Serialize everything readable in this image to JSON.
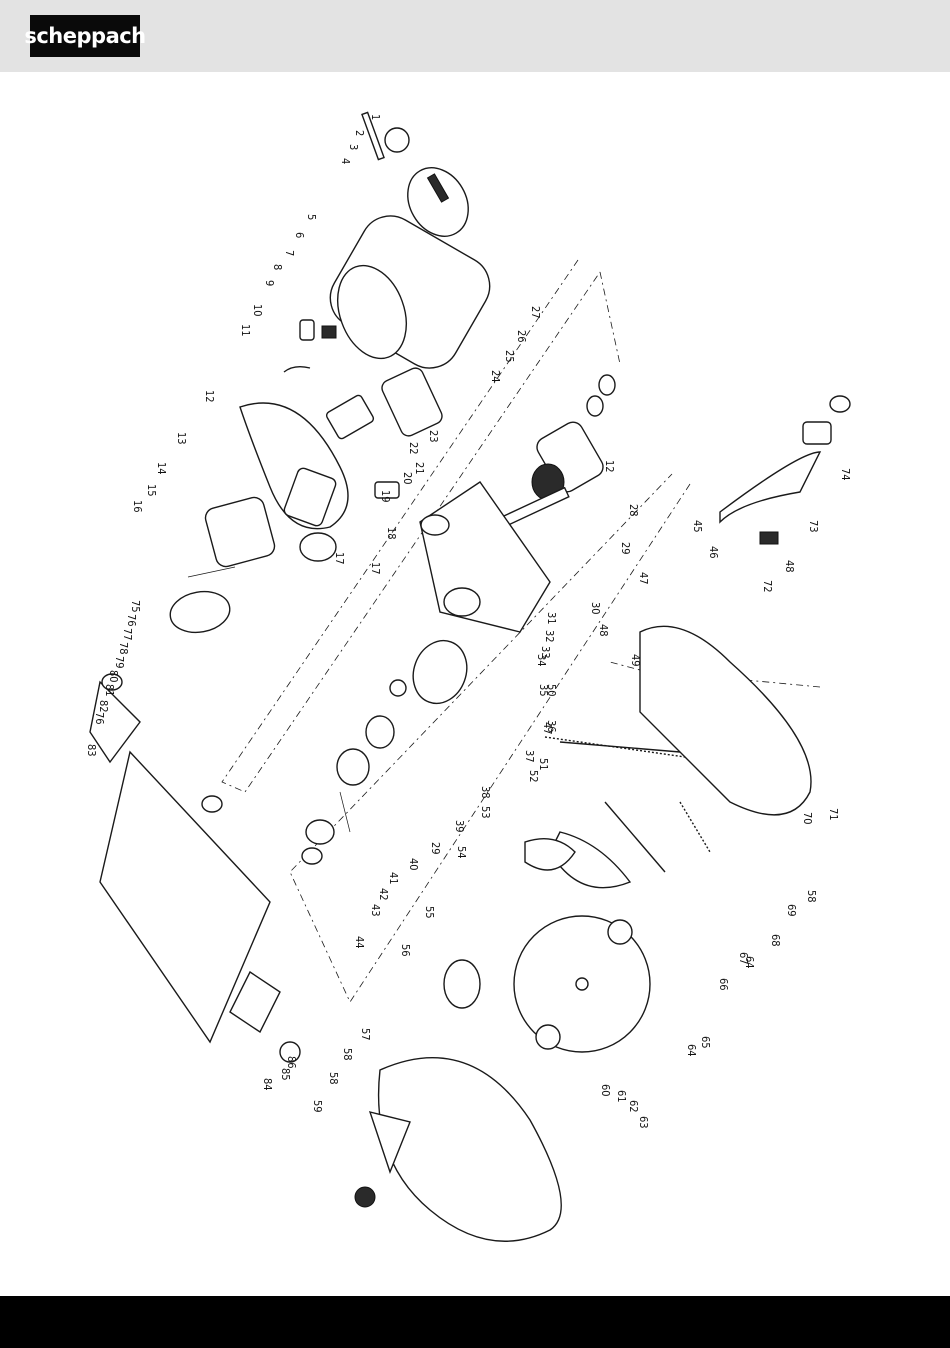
{
  "header": {
    "brand": "scheppach",
    "background_color": "#e3e3e3",
    "logo_background": "#0a0a0a",
    "logo_text_color": "#ffffff"
  },
  "footer": {
    "background_color": "#000000"
  },
  "diagram": {
    "part_numbers": [
      "1",
      "2",
      "3",
      "4",
      "5",
      "6",
      "7",
      "8",
      "9",
      "10",
      "11",
      "12",
      "13",
      "14",
      "15",
      "16",
      "17",
      "17",
      "18",
      "19",
      "20",
      "21",
      "22",
      "23",
      "24",
      "25",
      "26",
      "27",
      "12",
      "28",
      "29",
      "30",
      "31",
      "32",
      "33",
      "34",
      "35",
      "36",
      "37",
      "38",
      "39",
      "29",
      "40",
      "41",
      "42",
      "43",
      "44",
      "45",
      "46",
      "47",
      "48",
      "49",
      "50",
      "47",
      "51",
      "52",
      "53",
      "54",
      "55",
      "56",
      "57",
      "58",
      "58",
      "59",
      "60",
      "61",
      "62",
      "63",
      "64",
      "65",
      "66",
      "67",
      "64",
      "68",
      "69",
      "58",
      "70",
      "71",
      "72",
      "48",
      "73",
      "74",
      "75",
      "76",
      "77",
      "78",
      "79",
      "80",
      "81",
      "82",
      "76",
      "83",
      "84",
      "85",
      "86"
    ]
  }
}
